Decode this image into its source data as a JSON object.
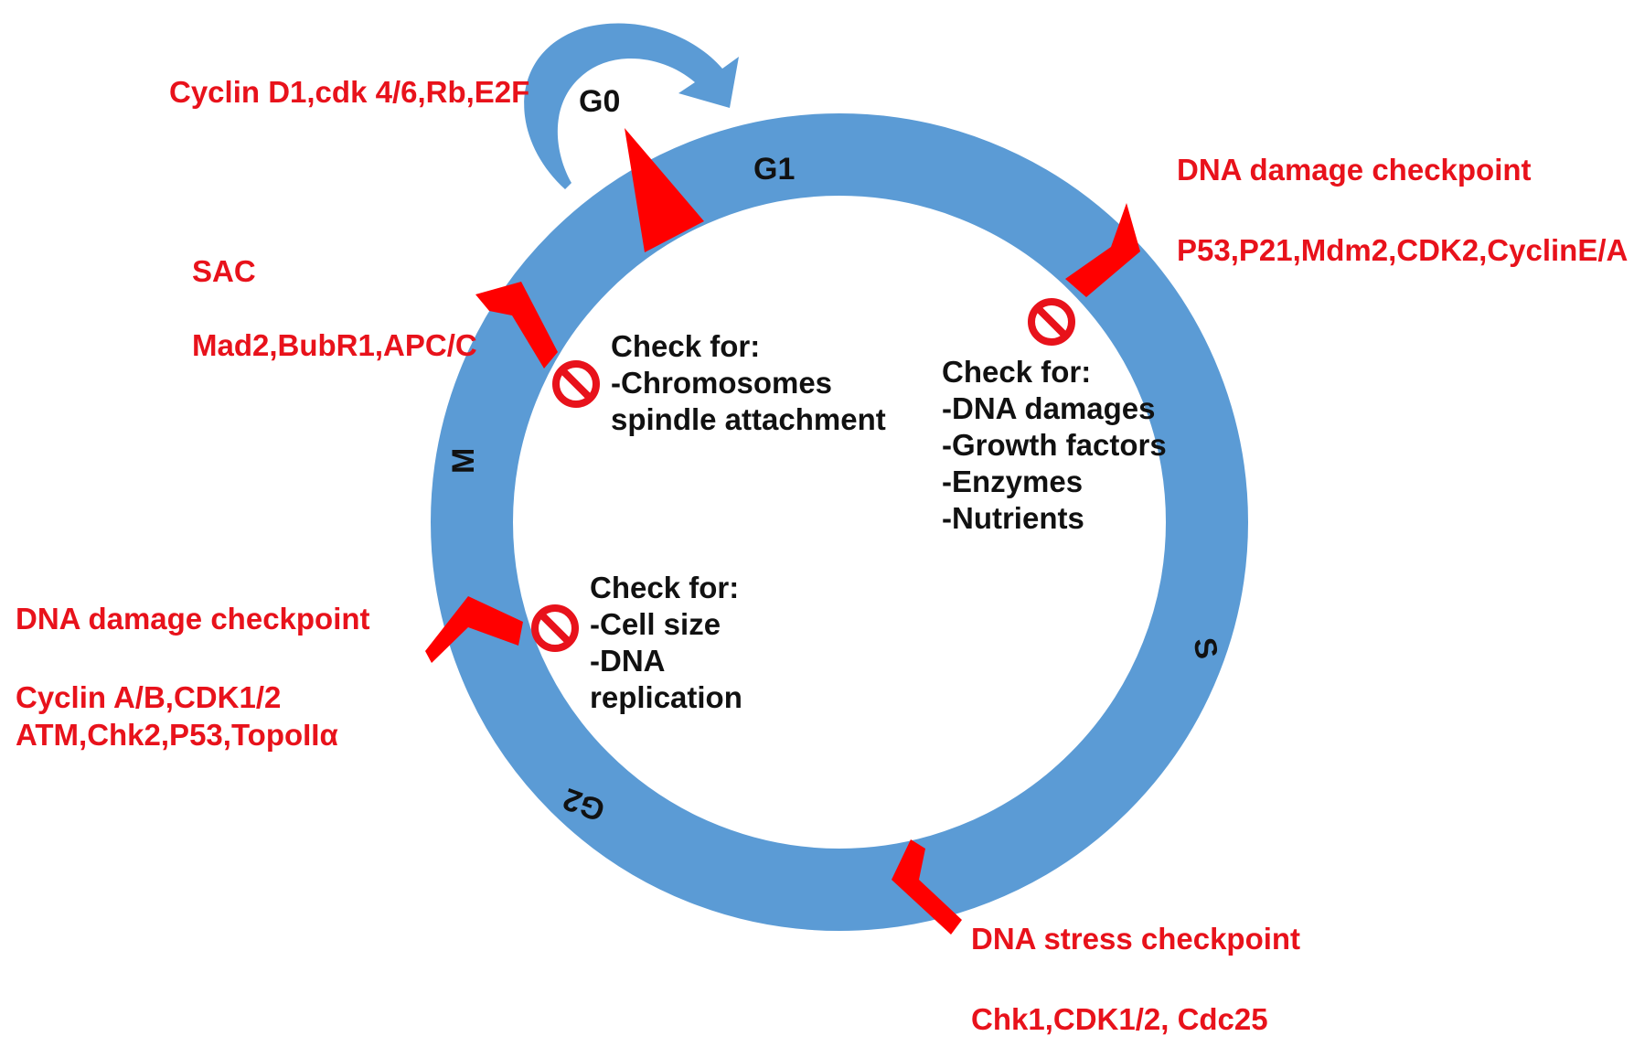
{
  "colors": {
    "ring": "#5b9bd5",
    "marker": "#ff0000",
    "annotation": "#e8121b",
    "text": "#111111"
  },
  "phases": {
    "g0": "G0",
    "g1": "G1",
    "s": "S",
    "g2": "G2",
    "m": "M"
  },
  "g0_loop": {
    "label": "Cyclin D1,cdk 4/6,Rb,E2F"
  },
  "checkpoints": {
    "g1s": {
      "title": "DNA damage checkpoint",
      "proteins": "P53,P21,Mdm2,CDK2,CyclinE/A",
      "check_lines": [
        "Check for:",
        "-DNA damages",
        "-Growth factors",
        "-Enzymes",
        "-Nutrients"
      ]
    },
    "sac": {
      "title": "SAC",
      "proteins": "Mad2,BubR1,APC/C",
      "check_lines": [
        "Check for:",
        "-Chromosomes",
        "spindle attachment"
      ]
    },
    "g2m": {
      "title": "DNA damage checkpoint",
      "proteins_line1": "Cyclin A/B,CDK1/2",
      "proteins_line2": "ATM,Chk2,P53,TopoIIα",
      "check_lines": [
        "Check for:",
        "-Cell size",
        "-DNA",
        "replication"
      ]
    },
    "stress": {
      "title": "DNA stress checkpoint",
      "proteins": "Chk1,CDK1/2, Cdc25"
    }
  },
  "icons": [
    "no-entry-icon",
    "chevron-marker-icon",
    "start-triangle-icon",
    "curved-arrow-icon"
  ]
}
